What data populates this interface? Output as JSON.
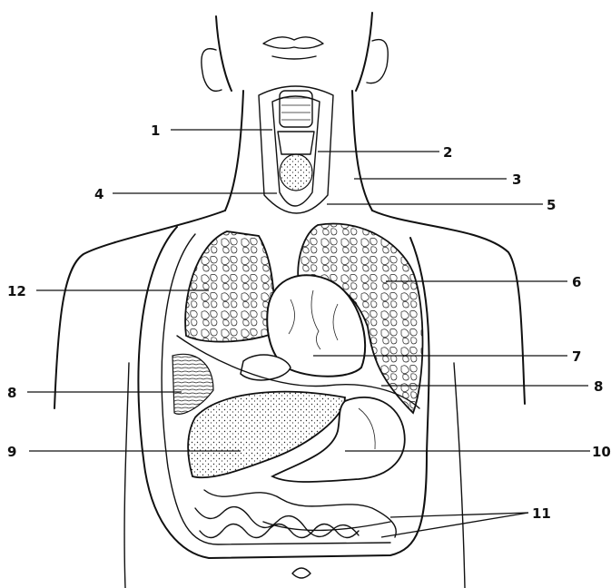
{
  "labels": {
    "l1": "1",
    "l2": "2",
    "l3": "3",
    "l4": "4",
    "l5": "5",
    "l6": "6",
    "l7": "7",
    "l8_left": "8",
    "l8_right": "8",
    "l9": "9",
    "l10": "10",
    "l11": "11",
    "l12": "12"
  },
  "colors": {
    "ink": "#111111",
    "paper": "#ffffff"
  }
}
